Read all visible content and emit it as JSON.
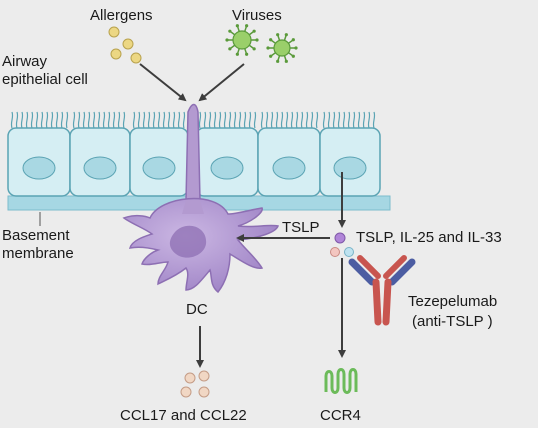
{
  "labels": {
    "allergens": "Allergens",
    "viruses": "Viruses",
    "airway_line1": "Airway",
    "airway_line2": "epithelial cell",
    "basement_line1": "Basement",
    "basement_line2": "membrane",
    "tslp_arrow": "TSLP",
    "cytokines": "TSLP, IL-25 and IL-33",
    "dc": "DC",
    "tezepelumab": "Tezepelumab",
    "anti_tslp": "(anti-TSLP )",
    "ccl": "CCL17 and CCL22",
    "ccr4": "CCR4"
  },
  "colors": {
    "background": "#ececec",
    "epithelium_fill": "#d5eef3",
    "epithelium_stroke": "#5aa3b3",
    "nucleus": "#a9d8e3",
    "basement_membrane": "#a6d7e3",
    "dendritic_cell": "#b39ad0",
    "dendritic_cell_dark": "#8d6fb3",
    "allergen": "#ecd783",
    "virus": "#9acf6a",
    "antibody_red": "#c8554f",
    "antibody_blue": "#4c5da2",
    "receptor_green": "#6cbb5a",
    "arrow": "#3d3d3d"
  }
}
